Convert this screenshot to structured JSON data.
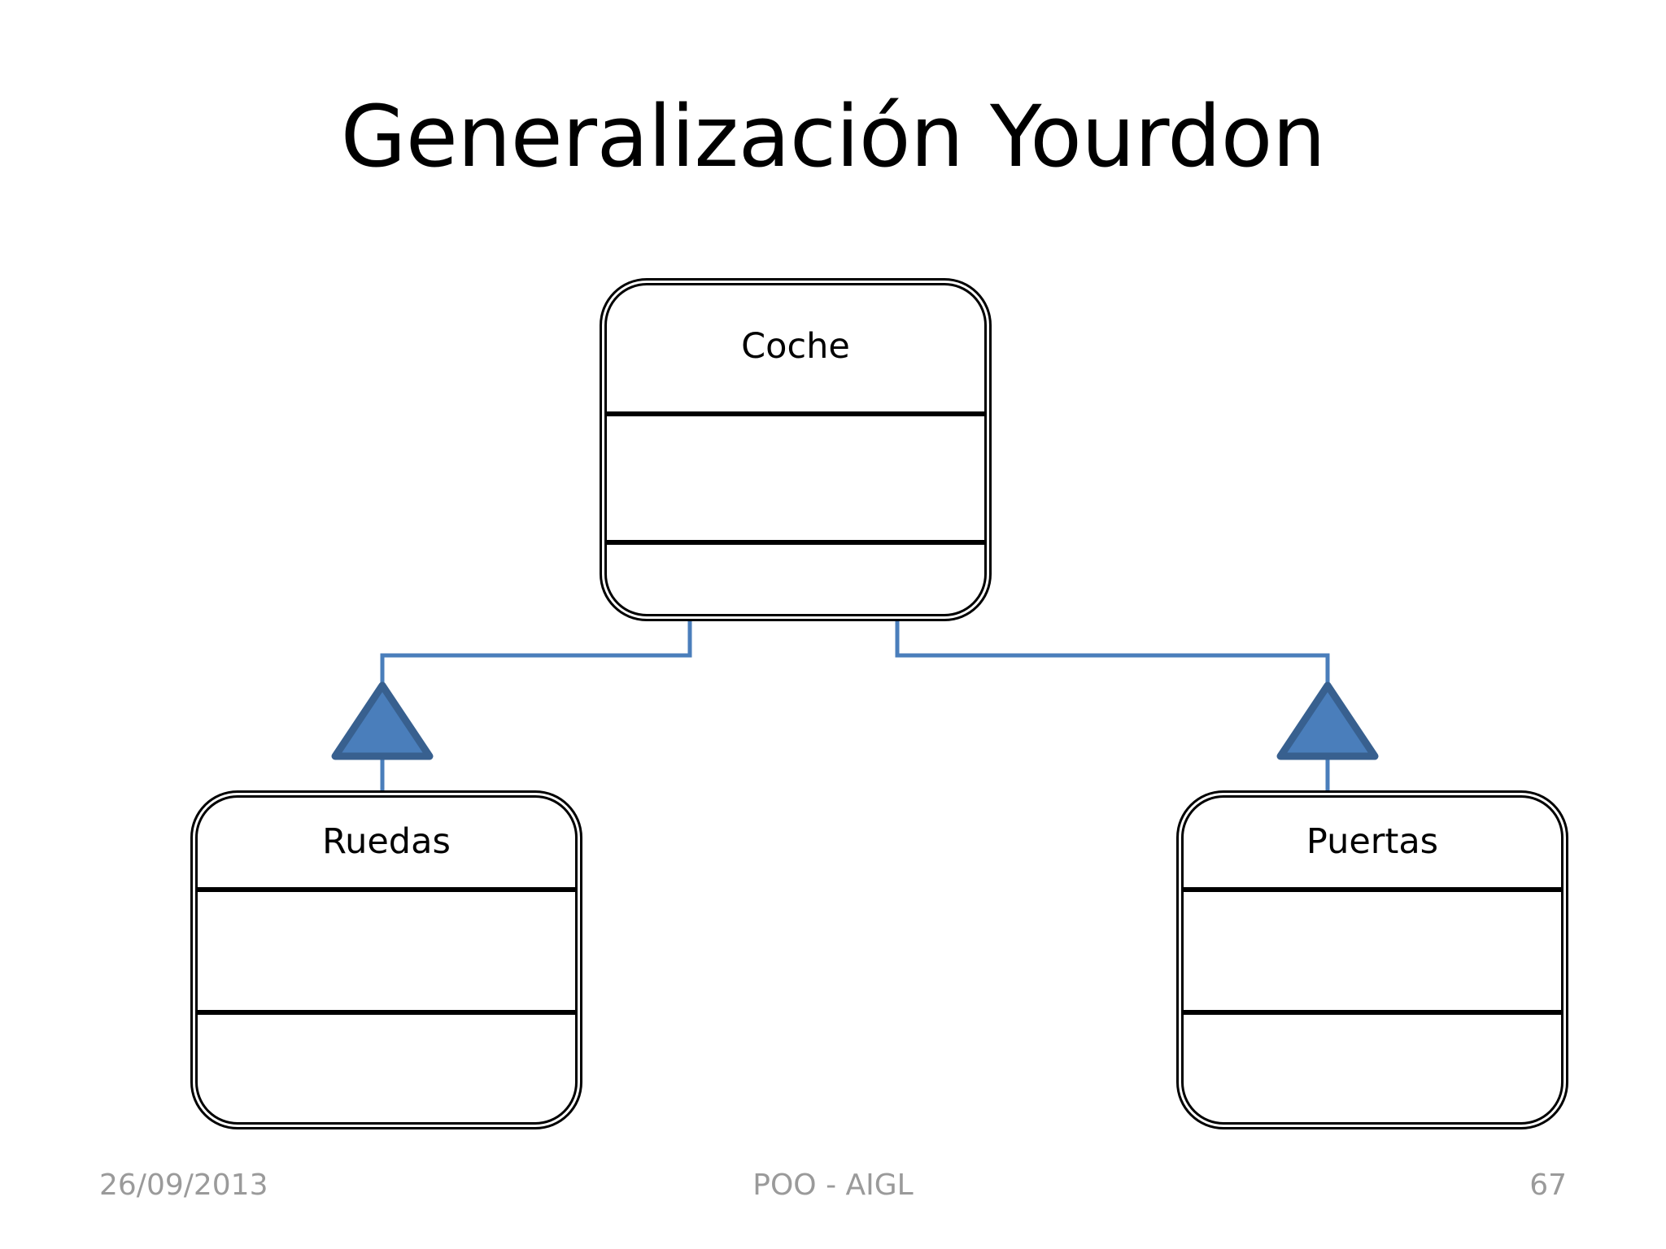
{
  "slide": {
    "title": "Generalización Yourdon",
    "background_color": "#ffffff"
  },
  "diagram": {
    "type": "uml-generalization",
    "notation": "Yourdon",
    "connector_color": "#4A7EBB",
    "arrow_fill_color": "#4A7EBB",
    "arrow_border_color": "#38608F",
    "box_border_color": "#000000",
    "superclass": {
      "name": "Coche",
      "compartments": [
        "Coche",
        "",
        ""
      ]
    },
    "subclasses": [
      {
        "name": "Ruedas",
        "compartments": [
          "Ruedas",
          "",
          ""
        ]
      },
      {
        "name": "Puertas",
        "compartments": [
          "Puertas",
          "",
          ""
        ]
      }
    ],
    "relations": [
      {
        "from": "Coche",
        "to": "Ruedas",
        "kind": "generalization"
      },
      {
        "from": "Coche",
        "to": "Puertas",
        "kind": "generalization"
      }
    ]
  },
  "footer": {
    "date": "26/09/2013",
    "center": "POO - AIGL",
    "page": "67"
  }
}
